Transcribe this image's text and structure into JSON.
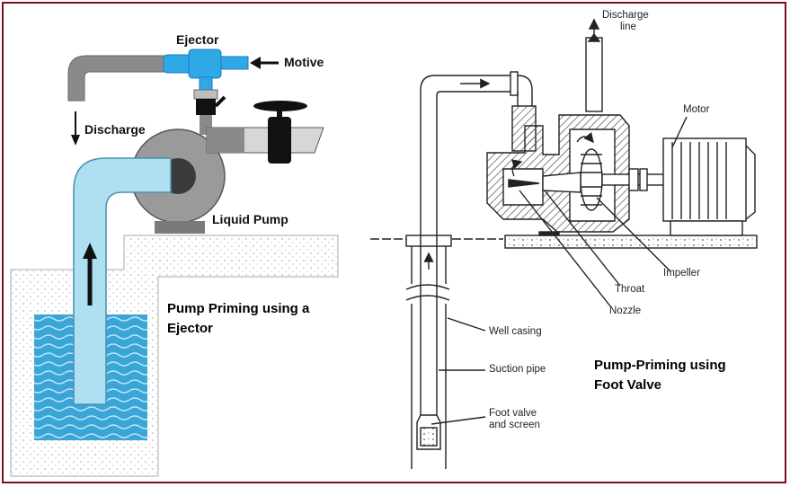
{
  "left_diagram": {
    "labels": {
      "ejector": "Ejector",
      "motive": "Motive",
      "discharge": "Discharge",
      "liquid_pump": "Liquid Pump"
    },
    "caption_line1": "Pump Priming using a",
    "caption_line2": "Ejector",
    "colors": {
      "pipe": "#aee0f2",
      "ejector": "#2ea8e6",
      "water": "#3aa6d8",
      "gray": "#8a8a8a"
    }
  },
  "right_diagram": {
    "labels": {
      "discharge_line_1": "Discharge",
      "discharge_line_2": "line",
      "motor": "Motor",
      "impeller": "Impeller",
      "throat": "Throat",
      "nozzle": "Nozzle",
      "well_casing": "Well casing",
      "suction_pipe": "Suction pipe",
      "foot_valve_1": "Foot valve",
      "foot_valve_2": "and screen"
    },
    "caption_line1": "Pump-Priming using",
    "caption_line2": "Foot Valve"
  }
}
